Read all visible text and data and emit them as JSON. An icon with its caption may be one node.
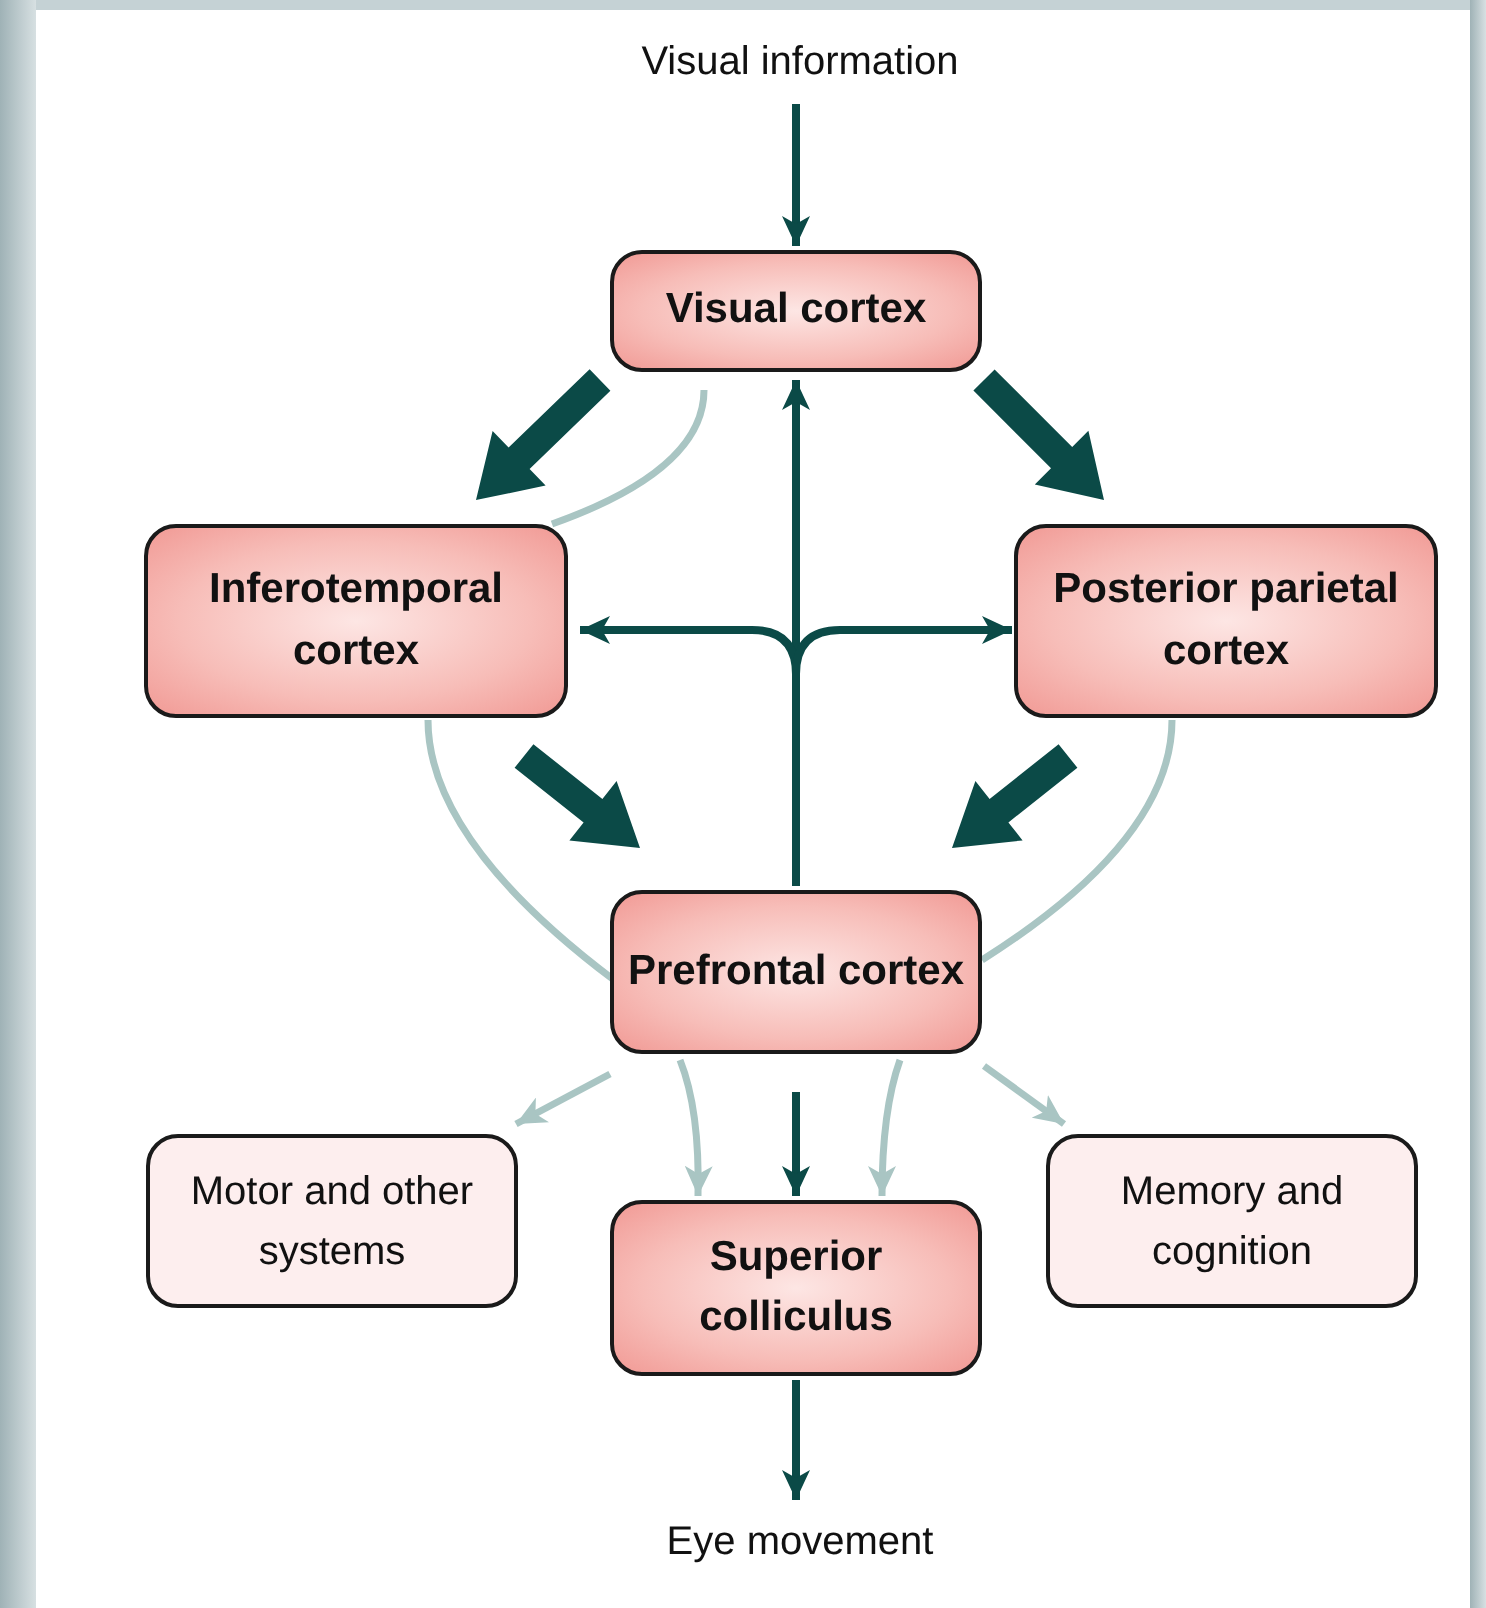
{
  "diagram": {
    "nodes": [
      {
        "text": [
          "Visual information"
        ]
      },
      {
        "text": [
          "Visual cortex"
        ]
      },
      {
        "text": [
          "Inferotemporal cortex"
        ]
      },
      {
        "text": [
          "Posterior parietal cortex"
        ]
      },
      {
        "text": [
          "Prefrontal cortex"
        ]
      },
      {
        "text": [
          "Motor and other systems"
        ]
      },
      {
        "text": [
          "Superior colliculus"
        ]
      },
      {
        "text": [
          "Memory and cognition"
        ]
      },
      {
        "text": [
          "Eye movement"
        ]
      }
    ],
    "edges": [
      {
        "from": 0,
        "to": 1,
        "arrow": "to",
        "color": "#0b4a47"
      },
      {
        "from": 1,
        "to": 2,
        "arrow": "to",
        "style": "thick",
        "color": "#0b4a47"
      },
      {
        "from": 1,
        "to": 3,
        "arrow": "to",
        "style": "thick",
        "color": "#0b4a47"
      },
      {
        "from": 2,
        "to": 4,
        "arrow": "to",
        "style": "thick",
        "color": "#0b4a47"
      },
      {
        "from": 3,
        "to": 4,
        "arrow": "to",
        "style": "thick",
        "color": "#0b4a47"
      },
      {
        "from": 4,
        "to": 1,
        "arrow": "to",
        "color": "#0b4a47"
      },
      {
        "from": 4,
        "to": 2,
        "arrow": "to",
        "color": "#0b4a47"
      },
      {
        "from": 4,
        "to": 3,
        "arrow": "to",
        "color": "#0b4a47"
      },
      {
        "from": 1,
        "to": 2,
        "arrow": "none",
        "color": "#a9c5c3"
      },
      {
        "from": 2,
        "to": 4,
        "arrow": "none",
        "color": "#a9c5c3"
      },
      {
        "from": 3,
        "to": 4,
        "arrow": "none",
        "color": "#a9c5c3"
      },
      {
        "from": 4,
        "to": 5,
        "arrow": "to",
        "color": "#a9c5c3"
      },
      {
        "from": 4,
        "to": 6,
        "arrow": "to",
        "color": "#a9c5c3"
      },
      {
        "from": 4,
        "to": 6,
        "arrow": "to",
        "color": "#0b4a47"
      },
      {
        "from": 4,
        "to": 6,
        "arrow": "to",
        "color": "#a9c5c3"
      },
      {
        "from": 4,
        "to": 7,
        "arrow": "to",
        "color": "#a9c5c3"
      },
      {
        "from": 6,
        "to": 8,
        "arrow": "to",
        "color": "#0b4a47"
      }
    ]
  }
}
